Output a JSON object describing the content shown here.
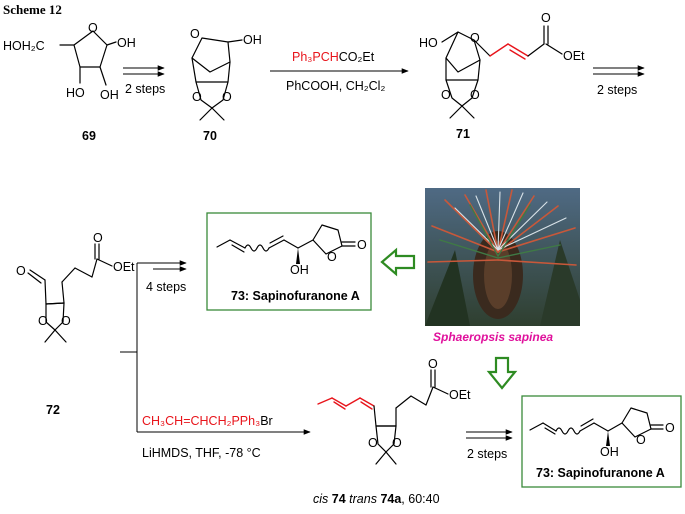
{
  "title": "Scheme 12",
  "compounds": {
    "c69": {
      "label": "69",
      "hoch2": "HOH₂C",
      "oh_top": "OH",
      "oh_left": "HO",
      "oh_bottom": "OH",
      "ring_o": "O"
    },
    "c70": {
      "label": "70",
      "oh": "OH",
      "ring_o": "O",
      "o1": "O",
      "o2": "O"
    },
    "c71": {
      "label": "71",
      "ho": "HO",
      "ring_o": "O",
      "carbonyl_o": "O",
      "oet": "OEt",
      "o1": "O",
      "o2": "O"
    },
    "c72": {
      "label": "72",
      "cho_o": "O",
      "carbonyl_o": "O",
      "oet": "OEt",
      "o1": "O",
      "o2": "O"
    },
    "c73_top": {
      "name": "73: Sapinofuranone A",
      "oh": "OH",
      "ring_o": "O",
      "carbonyl_o": "O"
    },
    "c73_bottom": {
      "name": "73: Sapinofuranone A",
      "oh": "OH",
      "ring_o": "O",
      "carbonyl_o": "O"
    },
    "c74": {
      "caption_prefix": "cis",
      "caption_74": "74",
      "caption_trans": "trans",
      "caption_74a": "74a",
      "caption_ratio": ", 60:40",
      "carbonyl_o": "O",
      "oet": "OEt",
      "o1": "O",
      "o2": "O"
    }
  },
  "arrows": {
    "a1": {
      "below": "2 steps"
    },
    "a2": {
      "reagent_red": "Ph₃PCH",
      "reagent_black": "CO₂Et",
      "below": "PhCOOH, CH₂Cl₂"
    },
    "a3": {
      "below": "2 steps"
    },
    "a4": {
      "below": "4 steps"
    },
    "a5": {
      "reagent_red": "CH₃CH=CHCH₂PPh₃",
      "reagent_black": "Br",
      "below": "LiHMDS, THF, -78 °C"
    },
    "a6": {
      "below": "2 steps"
    }
  },
  "photo": {
    "caption": "Sphaeropsis sapinea"
  },
  "colors": {
    "accent_red": "#e8141b",
    "caption_magenta": "#e0119c",
    "box_green": "#3a8a3a",
    "arrow_green": "#2e8b22"
  }
}
